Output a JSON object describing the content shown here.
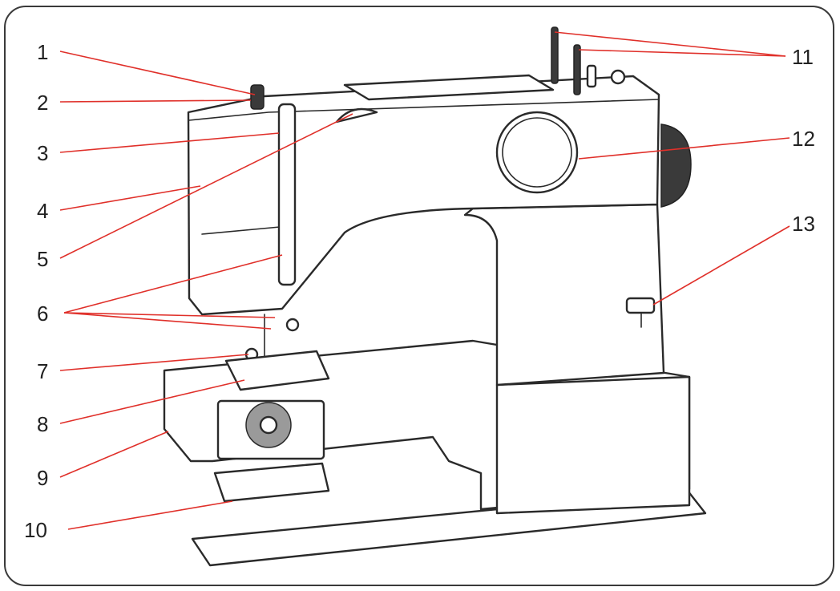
{
  "callouts": [
    {
      "label": "1"
    },
    {
      "label": "2"
    },
    {
      "label": "3"
    },
    {
      "label": "4"
    },
    {
      "label": "5"
    },
    {
      "label": "6"
    },
    {
      "label": "7"
    },
    {
      "label": "8"
    },
    {
      "label": "9"
    },
    {
      "label": "10"
    },
    {
      "label": "11"
    },
    {
      "label": "12"
    },
    {
      "label": "13"
    }
  ],
  "colors": {
    "leader": "#e0302a",
    "outline": "#2a2a2a",
    "text": "#222222",
    "frame": "#3a3a3a"
  }
}
